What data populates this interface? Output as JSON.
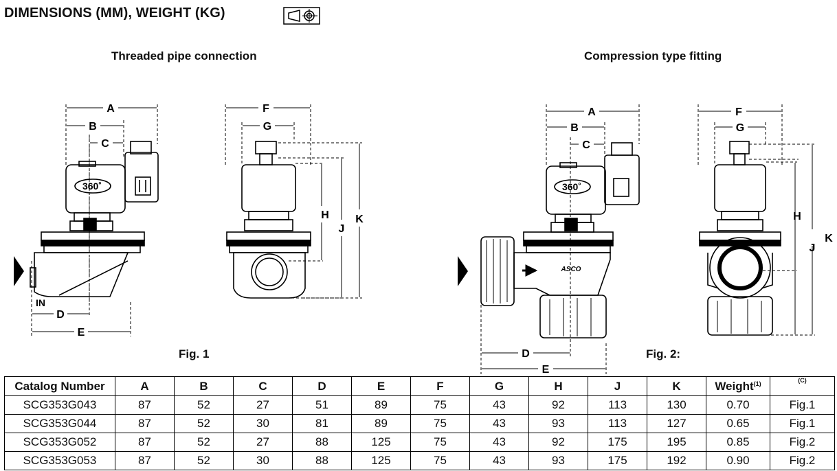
{
  "header": {
    "title": "DIMENSIONS (MM), WEIGHT (KG)"
  },
  "sections": {
    "left_heading": "Threaded pipe connection",
    "right_heading": "Compression type fitting",
    "fig1_label": "Fig. 1",
    "fig2_label": "Fig. 2:"
  },
  "drawing_labels": {
    "fig1_front": {
      "a": "A",
      "b": "B",
      "c": "C",
      "d": "D",
      "e": "E",
      "in": "IN",
      "rotation": "360˚"
    },
    "fig1_side": {
      "f": "F",
      "g": "G",
      "h": "H",
      "j": "J",
      "k": "K"
    },
    "fig2_front": {
      "a": "A",
      "b": "B",
      "c": "C",
      "d": "D",
      "e": "E",
      "rotation": "360˚",
      "brand": "ASCO"
    },
    "fig2_side": {
      "f": "F",
      "g": "G",
      "h": "H",
      "j": "J",
      "k": "K"
    }
  },
  "table": {
    "headers": [
      "Catalog Number",
      "A",
      "B",
      "C",
      "D",
      "E",
      "F",
      "G",
      "H",
      "J",
      "K",
      "Weight",
      "(C)"
    ],
    "weight_note": "(1)",
    "rows": [
      [
        "SCG353G043",
        "87",
        "52",
        "27",
        "51",
        "89",
        "75",
        "43",
        "92",
        "113",
        "130",
        "0.70",
        "Fig.1"
      ],
      [
        "SCG353G044",
        "87",
        "52",
        "30",
        "81",
        "89",
        "75",
        "43",
        "93",
        "113",
        "127",
        "0.65",
        "Fig.1"
      ],
      [
        "SCG353G052",
        "87",
        "52",
        "27",
        "88",
        "125",
        "75",
        "43",
        "92",
        "175",
        "195",
        "0.85",
        "Fig.2"
      ],
      [
        "SCG353G053",
        "87",
        "52",
        "30",
        "88",
        "125",
        "75",
        "43",
        "93",
        "175",
        "192",
        "0.90",
        "Fig.2"
      ]
    ]
  }
}
